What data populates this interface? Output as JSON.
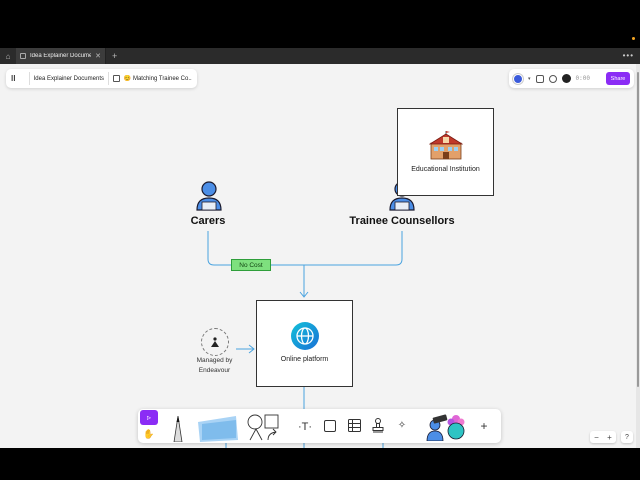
{
  "tabs": [
    {
      "label": "Idea Explainer Documents",
      "close": "✕"
    }
  ],
  "tabbar": {
    "home_icon": "home-icon",
    "plus": "+",
    "menu": "•••"
  },
  "breadcrumb": {
    "app_logo": "miro-logo",
    "board": "Idea Explainer Documents",
    "frame": "😊 Matching Trainee Co..."
  },
  "top_right": {
    "timer": "0:00",
    "share_label": "Share"
  },
  "diagram": {
    "carers_label": "Carers",
    "trainee_label": "Trainee Counsellors",
    "institution_label": "Educational Institution",
    "no_cost_label": "No Cost",
    "platform_label": "Online platform",
    "managed_label_line1": "Managed by",
    "managed_label_line2": "Endeavour"
  },
  "zoom": {
    "minus": "−",
    "plus": "+",
    "help": "?"
  },
  "colors": {
    "accent": "#8b2cf5",
    "connector": "#4aa3df",
    "tag_fill": "#7ee07e",
    "person_blue": "#4c8ee6"
  }
}
